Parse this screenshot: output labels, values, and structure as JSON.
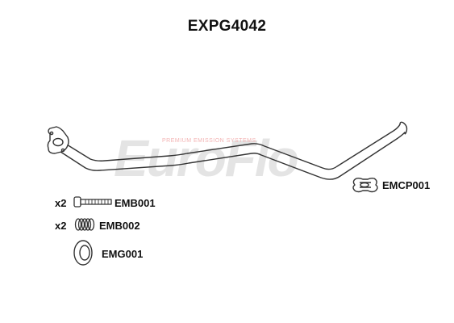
{
  "title": "EXPG4042",
  "watermark": {
    "brand": "EuroFlo",
    "tagline": "PREMIUM EMISSION SYSTEMS"
  },
  "parts": [
    {
      "code": "EMCP001",
      "qty": "",
      "icon": "clamp-icon"
    },
    {
      "code": "EMB001",
      "qty": "x2",
      "icon": "bolt-icon"
    },
    {
      "code": "EMB002",
      "qty": "x2",
      "icon": "spring-icon"
    },
    {
      "code": "EMG001",
      "qty": "",
      "icon": "gasket-ring-icon"
    }
  ],
  "colors": {
    "line": "#333333",
    "watermark": "#e4e4e4",
    "watermark_accent": "#f3b3b3"
  }
}
